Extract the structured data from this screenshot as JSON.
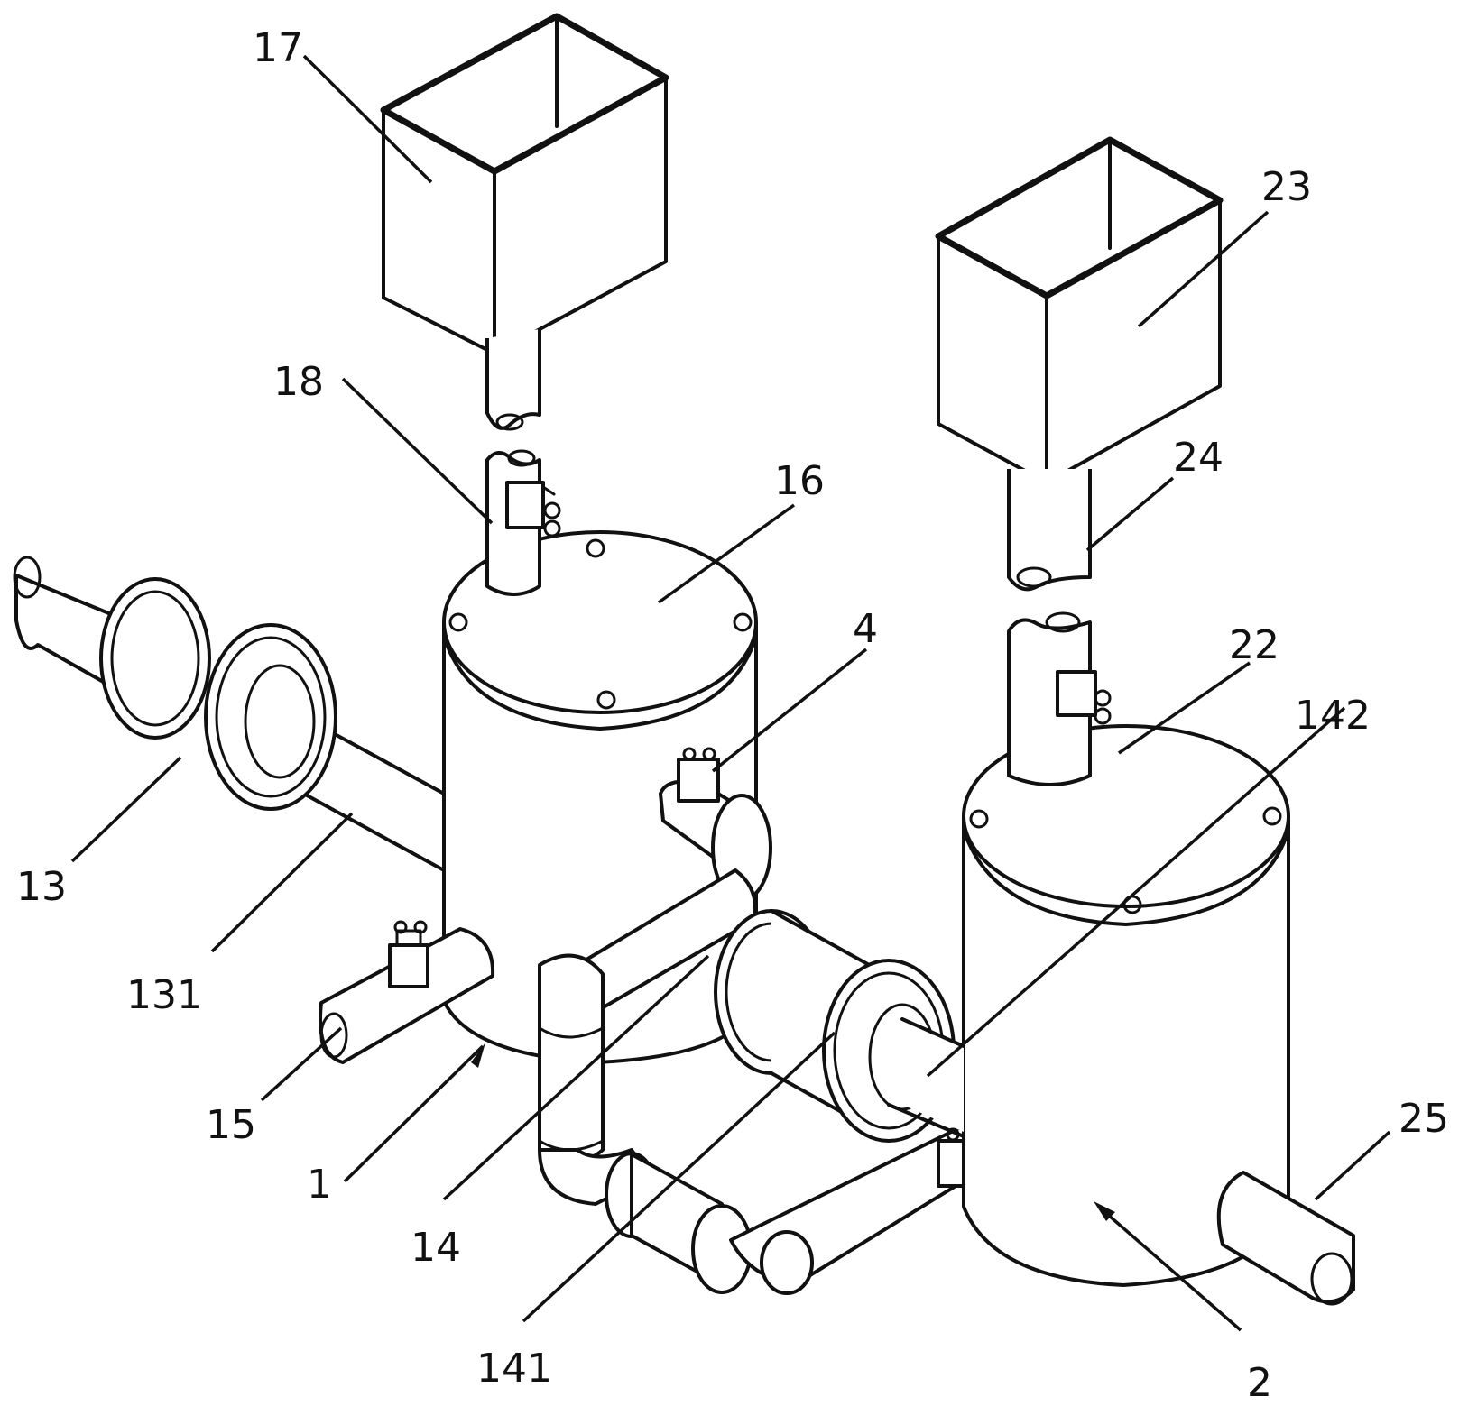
{
  "labels": {
    "l17": "17",
    "l18": "18",
    "l16": "16",
    "l23": "23",
    "l24": "24",
    "l22": "22",
    "l4": "4",
    "l142": "142",
    "l13": "13",
    "l131": "131",
    "l15": "15",
    "l1": "1",
    "l14": "14",
    "l141": "141",
    "l25": "25",
    "l2": "2"
  }
}
